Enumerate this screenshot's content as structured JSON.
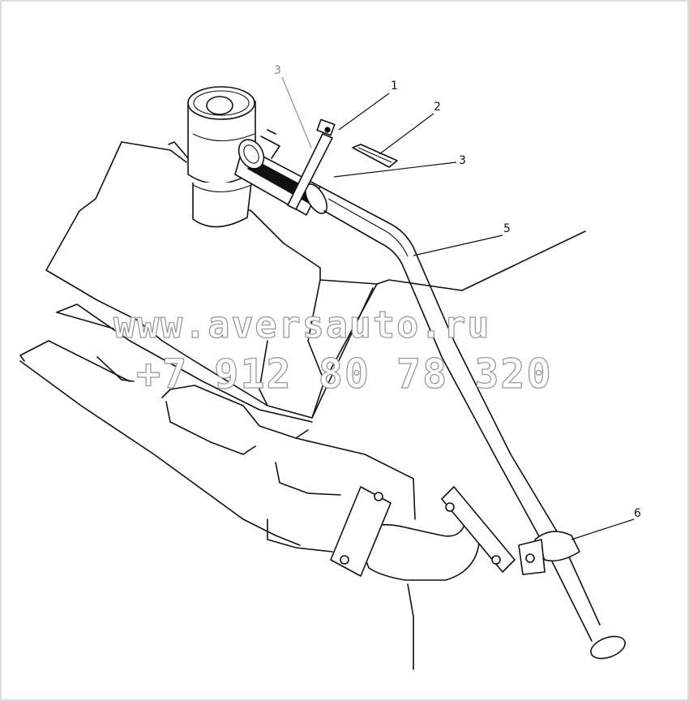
{
  "callouts": [
    {
      "id": "callout-3-upper",
      "label": "3"
    },
    {
      "id": "callout-1",
      "label": "1"
    },
    {
      "id": "callout-2",
      "label": "2"
    },
    {
      "id": "callout-3-lower",
      "label": "3"
    },
    {
      "id": "callout-5",
      "label": "5"
    },
    {
      "id": "callout-6",
      "label": "6"
    }
  ],
  "watermark": {
    "url": "www.aversauto.ru",
    "phone": "+7 912 80 78 320"
  },
  "colors": {
    "line": "#111111",
    "watermark_outline": "#9a9a9a",
    "grey_callout": "#888888"
  }
}
